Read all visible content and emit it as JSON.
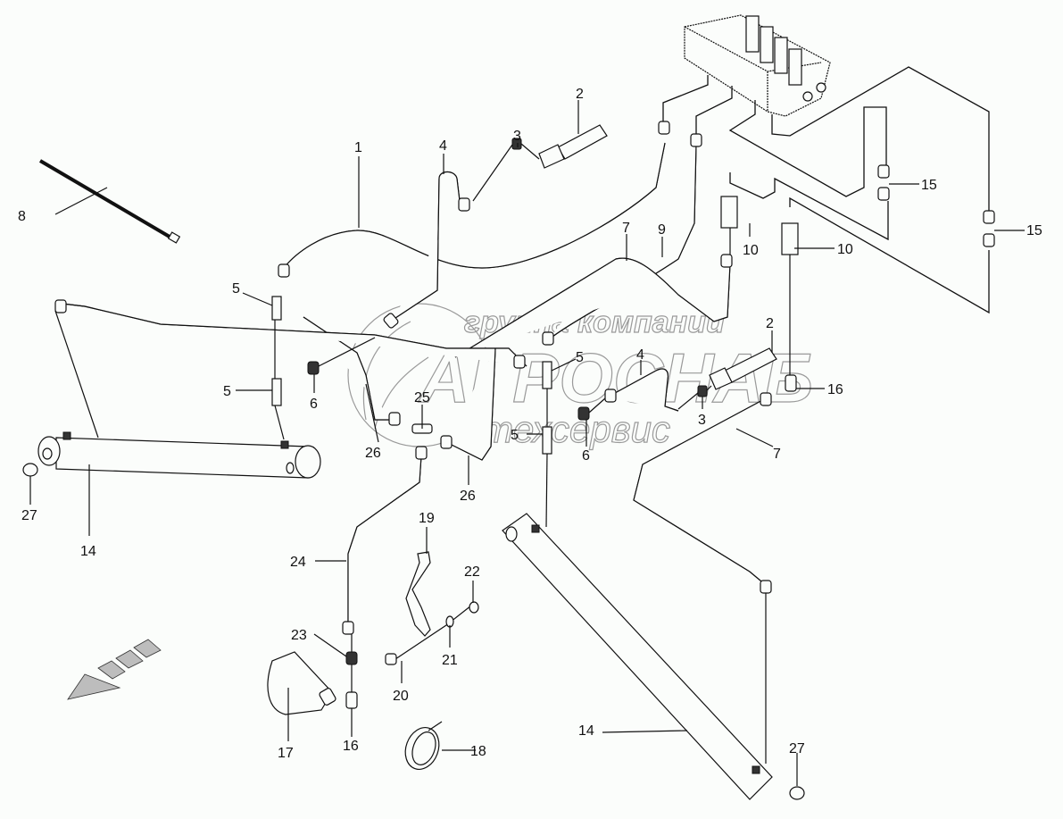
{
  "diagram": {
    "title": "Hydraulic lines assembly (exploded view)",
    "watermark": {
      "line1": "группа компаний",
      "line2": "АГРОСНАБ",
      "line3": "техсервис"
    },
    "callouts": [
      {
        "id": "c1",
        "label": "1"
      },
      {
        "id": "c2a",
        "label": "2"
      },
      {
        "id": "c2b",
        "label": "2"
      },
      {
        "id": "c3a",
        "label": "3"
      },
      {
        "id": "c3b",
        "label": "3"
      },
      {
        "id": "c4a",
        "label": "4"
      },
      {
        "id": "c4b",
        "label": "4"
      },
      {
        "id": "c5a",
        "label": "5"
      },
      {
        "id": "c5b",
        "label": "5"
      },
      {
        "id": "c5c",
        "label": "5"
      },
      {
        "id": "c5d",
        "label": "5"
      },
      {
        "id": "c6a",
        "label": "6"
      },
      {
        "id": "c6b",
        "label": "6"
      },
      {
        "id": "c7a",
        "label": "7"
      },
      {
        "id": "c7b",
        "label": "7"
      },
      {
        "id": "c8",
        "label": "8"
      },
      {
        "id": "c9",
        "label": "9"
      },
      {
        "id": "c10a",
        "label": "10"
      },
      {
        "id": "c10b",
        "label": "10"
      },
      {
        "id": "c14a",
        "label": "14"
      },
      {
        "id": "c14b",
        "label": "14"
      },
      {
        "id": "c15a",
        "label": "15"
      },
      {
        "id": "c15b",
        "label": "15"
      },
      {
        "id": "c16a",
        "label": "16"
      },
      {
        "id": "c16b",
        "label": "16"
      },
      {
        "id": "c17",
        "label": "17"
      },
      {
        "id": "c18",
        "label": "18"
      },
      {
        "id": "c19",
        "label": "19"
      },
      {
        "id": "c20",
        "label": "20"
      },
      {
        "id": "c21",
        "label": "21"
      },
      {
        "id": "c22",
        "label": "22"
      },
      {
        "id": "c23",
        "label": "23"
      },
      {
        "id": "c24",
        "label": "24"
      },
      {
        "id": "c25",
        "label": "25"
      },
      {
        "id": "c26a",
        "label": "26"
      },
      {
        "id": "c26b",
        "label": "26"
      },
      {
        "id": "c27a",
        "label": "27"
      },
      {
        "id": "c27b",
        "label": "27"
      }
    ],
    "direction_arrow": "front-direction-arrow"
  }
}
